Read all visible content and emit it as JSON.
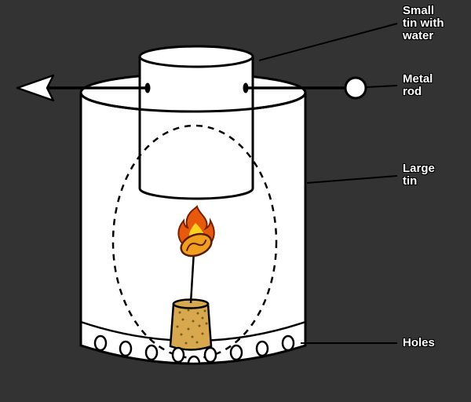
{
  "figure": {
    "background": "#333333",
    "labels": [
      {
        "name": "small-tin-with-water",
        "lines": [
          "Small",
          "tin with",
          "water"
        ]
      },
      {
        "name": "metal-rod",
        "lines": [
          "Metal",
          "rod"
        ]
      },
      {
        "name": "large-tin",
        "lines": [
          "Large",
          "tin"
        ]
      },
      {
        "name": "holes",
        "lines": [
          "Holes"
        ]
      }
    ],
    "colors": {
      "outline": "#000000",
      "tin_fill": "#ffffff",
      "label_text": "#ffffff",
      "flame_outer": "#e8590c",
      "flame_inner": "#ffd21e",
      "peanut": "#f0a01e",
      "peanut_outline": "#5a1c00",
      "cork": "#d8a84e",
      "cork_speckle": "#7a5a1e"
    }
  }
}
